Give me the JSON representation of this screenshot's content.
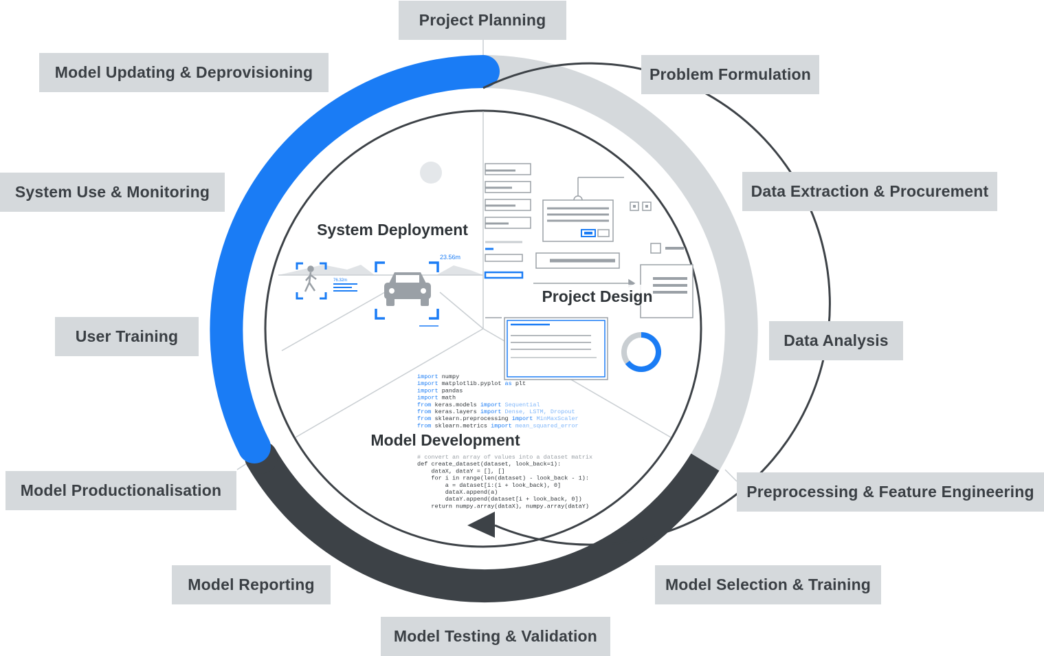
{
  "cycle_stages": {
    "project_planning": "Project Planning",
    "problem_formulation": "Problem Formulation",
    "data_extraction": "Data Extraction & Procurement",
    "data_analysis": "Data Analysis",
    "preprocessing": "Preprocessing & Feature Engineering",
    "model_selection": "Model Selection & Training",
    "model_testing": "Model Testing & Validation",
    "model_reporting": "Model Reporting",
    "model_productionalisation": "Model Productionalisation",
    "user_training": "User Training",
    "system_use": "System Use & Monitoring",
    "model_updating": "Model Updating & Deprovisioning"
  },
  "phases": {
    "system_deployment": "System Deployment",
    "project_design": "Project Design",
    "model_development": "Model Development"
  },
  "illustration": {
    "distance_readout": "23.56m",
    "small_readout": "76.32m",
    "code_lines": [
      [
        "import",
        " numpy"
      ],
      [
        "import",
        " matplotlib.pyplot ",
        "as",
        " plt"
      ],
      [
        "import",
        " pandas"
      ],
      [
        "import",
        " math"
      ],
      [
        "from",
        " keras.models ",
        "import",
        " Sequential"
      ],
      [
        "from",
        " keras.layers ",
        "import",
        " Dense, LSTM, Dropout"
      ],
      [
        "from",
        " sklearn.preprocessing ",
        "import",
        " MinMaxScaler"
      ],
      [
        "from",
        " sklearn.metrics ",
        "import",
        " mean_squared_error"
      ]
    ],
    "code_lines_2": [
      "# convert an array of values into a dataset matrix",
      "def create_dataset(dataset, look_back=1):",
      "    dataX, dataY = [], []",
      "    for i in range(len(dataset) - look_back - 1):",
      "        a = dataset[i:(i + look_back), 0]",
      "        dataX.append(a)",
      "        dataY.append(dataset[i + look_back, 0])",
      "    return numpy.array(dataX), numpy.array(dataY)"
    ]
  },
  "colors": {
    "accent_blue": "#1a7cf5",
    "dark_arc": "#3d4247",
    "light_arc": "#d5d9dc",
    "label_bg": "#d5d9dc",
    "label_text": "#3a3f44"
  }
}
